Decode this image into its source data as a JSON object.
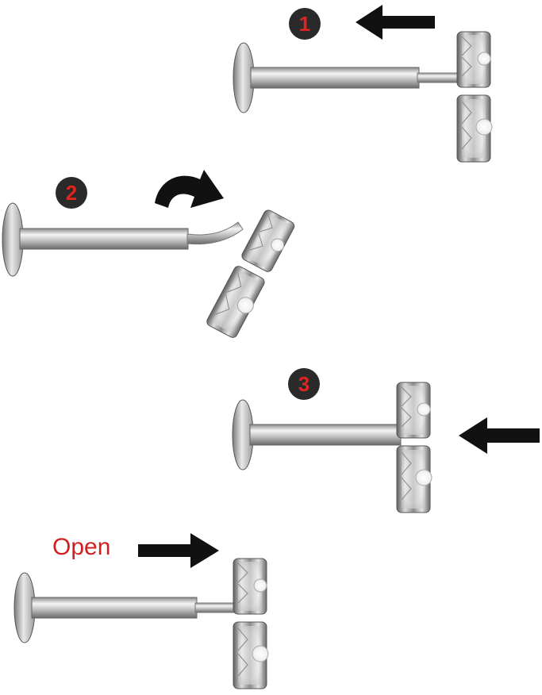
{
  "steps": [
    {
      "number": "1"
    },
    {
      "number": "2"
    },
    {
      "number": "3"
    }
  ],
  "open_label": "Open",
  "colors": {
    "badge_background": "#2a2a2a",
    "badge_number": "#e0241f",
    "open_text": "#d21f1f",
    "arrow": "#111111",
    "metal_light": "#f2f2f2",
    "metal_mid": "#b9b9b9",
    "metal_dark": "#6e6e6e",
    "crystal": "#ffffff"
  },
  "icons": [
    "arrow-left-icon",
    "curved-arrow-icon",
    "arrow-left-icon",
    "arrow-right-icon"
  ]
}
